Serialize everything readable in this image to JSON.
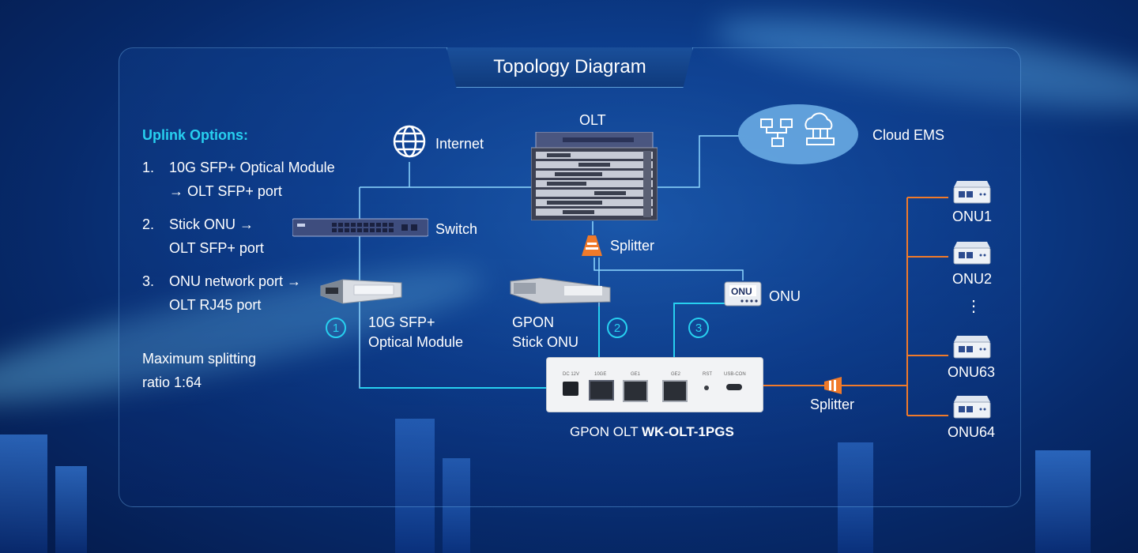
{
  "title": "Topology Diagram",
  "uplink": {
    "heading": "Uplink Options:",
    "items": [
      {
        "num": "1.",
        "line1": "10G SFP+ Optical Module",
        "line2": "→ OLT SFP+ port"
      },
      {
        "num": "2.",
        "line1": "Stick ONU →",
        "line2": "OLT SFP+ port"
      },
      {
        "num": "3.",
        "line1": "ONU network port →",
        "line2": "OLT RJ45 port"
      }
    ],
    "max_split_line1": "Maximum splitting",
    "max_split_line2": "ratio 1:64"
  },
  "labels": {
    "internet": "Internet",
    "switch": "Switch",
    "olt": "OLT",
    "cloud_ems": "Cloud EMS",
    "splitter_top": "Splitter",
    "onu": "ONU",
    "sfp_line1": "10G SFP+",
    "sfp_line2": "Optical Module",
    "stick_line1": "GPON",
    "stick_line2": "Stick ONU",
    "splitter_bottom": "Splitter",
    "gpon_prefix": "GPON OLT ",
    "gpon_model": "WK-OLT-1PGS",
    "onu_small": "ONU"
  },
  "circles": [
    "1",
    "2",
    "3"
  ],
  "ports": [
    "DC 12V",
    "10GE",
    "GE1",
    "GE2",
    "RST",
    "USB-CON"
  ],
  "onus": [
    "ONU1",
    "ONU2",
    "ONU63",
    "ONU64"
  ],
  "vdots": "⋮",
  "colors": {
    "accent": "#27d0f0",
    "fiber": "#f07a2a",
    "line": "#8fd8ff"
  }
}
